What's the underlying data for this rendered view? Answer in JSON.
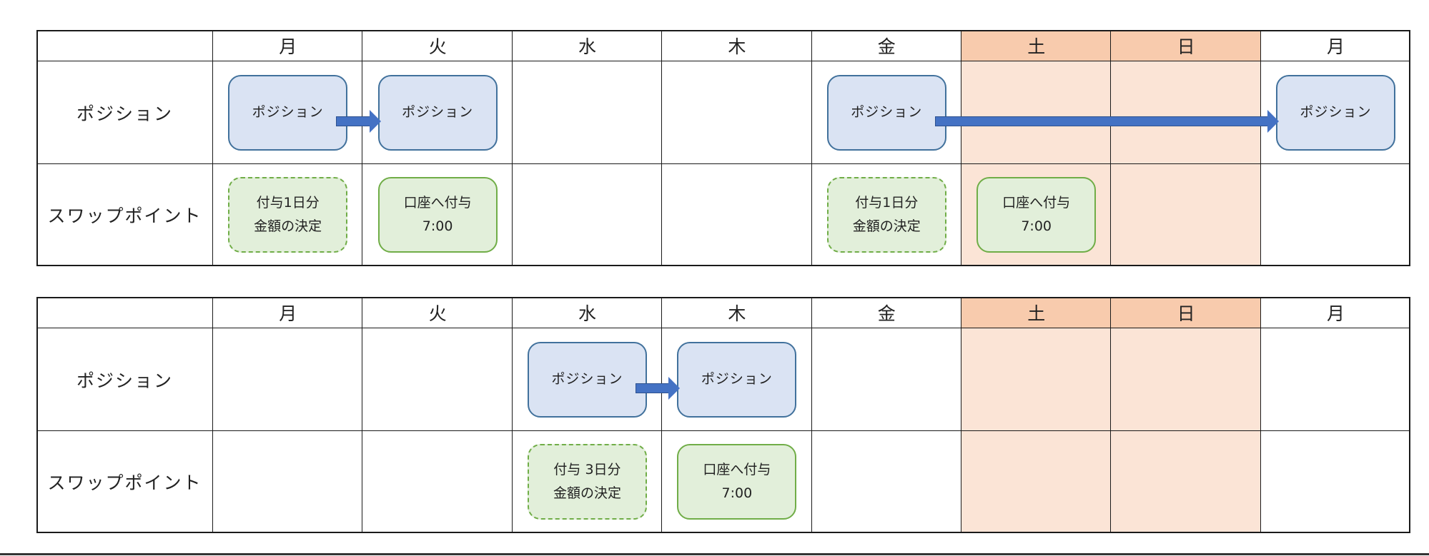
{
  "colors": {
    "weekend_header": "#f8cbad",
    "weekend_body": "#fbe4d6",
    "position_box": "#dae3f3",
    "position_border": "#41719c",
    "swap_box": "#e2efda",
    "swap_border": "#70ad47",
    "arrow": "#4472c4"
  },
  "icons": [
    "right-arrow-icon"
  ],
  "tables": [
    {
      "days": [
        "月",
        "火",
        "水",
        "木",
        "金",
        "土",
        "日",
        "月"
      ],
      "weekend": [
        false,
        false,
        false,
        false,
        false,
        true,
        true,
        false
      ],
      "rows": [
        {
          "label": "ポジション",
          "cells": [
            {
              "type": "position",
              "lines": [
                "ポジション"
              ]
            },
            {
              "type": "position",
              "lines": [
                "ポジション"
              ]
            },
            null,
            null,
            {
              "type": "position",
              "lines": [
                "ポジション"
              ]
            },
            null,
            null,
            {
              "type": "position",
              "lines": [
                "ポジション"
              ]
            }
          ]
        },
        {
          "label": "スワップポイント",
          "cells": [
            {
              "type": "decide",
              "lines": [
                "付与1日分",
                "金額の決定"
              ]
            },
            {
              "type": "credit",
              "lines": [
                "口座へ付与",
                "7:00"
              ]
            },
            null,
            null,
            {
              "type": "decide",
              "lines": [
                "付与1日分",
                "金額の決定"
              ]
            },
            {
              "type": "credit",
              "lines": [
                "口座へ付与",
                "7:00"
              ]
            },
            null,
            null
          ]
        }
      ],
      "arrows": [
        {
          "from_day": 0,
          "to_day": 1
        },
        {
          "from_day": 4,
          "to_day": 7
        }
      ]
    },
    {
      "days": [
        "月",
        "火",
        "水",
        "木",
        "金",
        "土",
        "日",
        "月"
      ],
      "weekend": [
        false,
        false,
        false,
        false,
        false,
        true,
        true,
        false
      ],
      "rows": [
        {
          "label": "ポジション",
          "cells": [
            null,
            null,
            {
              "type": "position",
              "lines": [
                "ポジション"
              ]
            },
            {
              "type": "position",
              "lines": [
                "ポジション"
              ]
            },
            null,
            null,
            null,
            null
          ]
        },
        {
          "label": "スワップポイント",
          "cells": [
            null,
            null,
            {
              "type": "decide",
              "lines": [
                "付与 3日分",
                "金額の決定"
              ]
            },
            {
              "type": "credit",
              "lines": [
                "口座へ付与",
                "7:00"
              ]
            },
            null,
            null,
            null,
            null
          ]
        }
      ],
      "arrows": [
        {
          "from_day": 2,
          "to_day": 3
        }
      ]
    }
  ]
}
